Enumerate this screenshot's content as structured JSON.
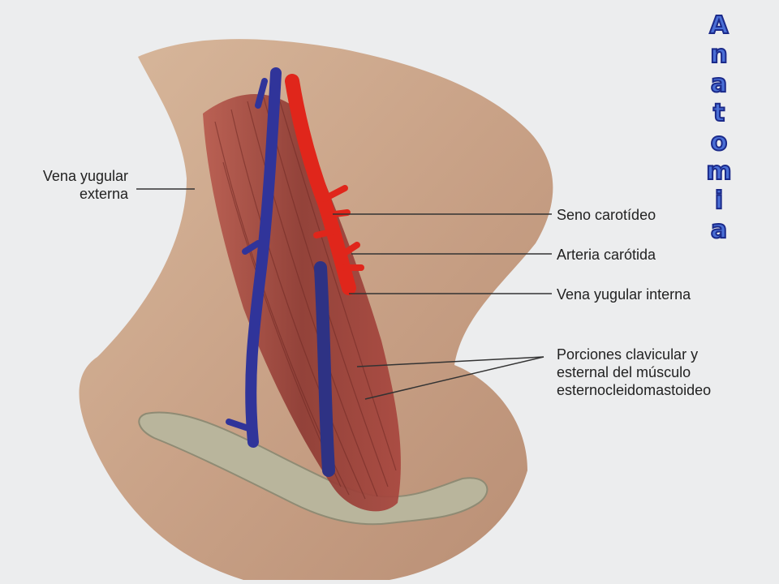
{
  "title": {
    "letters": [
      "A",
      "n",
      "a",
      "t",
      "o",
      "m",
      "i",
      "a"
    ]
  },
  "labels": {
    "vena_yugular_externa": [
      "Vena yugular",
      "externa"
    ],
    "seno_carotideo": "Seno carotídeo",
    "arteria_carotida": "Arteria carótida",
    "vena_yugular_interna": "Vena yugular interna",
    "porciones": [
      "Porciones clavicular y",
      "esternal del músculo",
      "esternocleidomastoideo"
    ]
  },
  "colors": {
    "skin": "#c9a58a",
    "muscle": "#a8463e",
    "artery": "#e0261b",
    "vein": "#30349a",
    "bone": "#b8b49a",
    "title_fill": "#4a6fd6",
    "title_stroke": "#1b2a8a"
  }
}
